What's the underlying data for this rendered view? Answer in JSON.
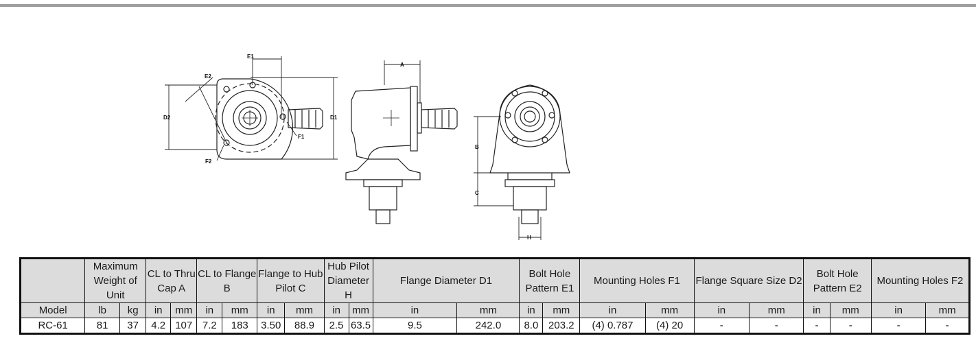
{
  "drawing_labels": {
    "e1": "E1",
    "e2": "E2",
    "d1": "D1",
    "d2": "D2",
    "f1": "F1",
    "f2": "F2",
    "a": "A",
    "b": "B",
    "c": "C",
    "h": "H"
  },
  "table": {
    "groups": [
      {
        "label": "Maximum Weight of Unit"
      },
      {
        "label": "CL to Thru Cap A"
      },
      {
        "label": "CL to Flange B"
      },
      {
        "label": "Flange to Hub Pilot C"
      },
      {
        "label": "Hub Pilot Diameter H"
      },
      {
        "label": "Flange Diameter D1"
      },
      {
        "label": "Bolt Hole Pattern E1"
      },
      {
        "label": "Mounting Holes F1"
      },
      {
        "label": "Flange Square Size D2"
      },
      {
        "label": "Bolt Hole Pattern E2"
      },
      {
        "label": "Mounting Holes F2"
      }
    ],
    "model_header": "Model",
    "units": [
      "lb",
      "kg",
      "in",
      "mm",
      "in",
      "mm",
      "in",
      "mm",
      "in",
      "mm",
      "in",
      "mm",
      "in",
      "mm",
      "in",
      "mm",
      "in",
      "mm",
      "in",
      "mm",
      "in",
      "mm"
    ],
    "rows": [
      {
        "model": "RC-61",
        "cells": [
          "81",
          "37",
          "4.2",
          "107",
          "7.2",
          "183",
          "3.50",
          "88.9",
          "2.5",
          "63.5",
          "9.5",
          "242.0",
          "8.0",
          "203.2",
          "(4) 0.787",
          "(4) 20",
          "-",
          "-",
          "-",
          "-",
          "-",
          "-"
        ]
      }
    ]
  }
}
